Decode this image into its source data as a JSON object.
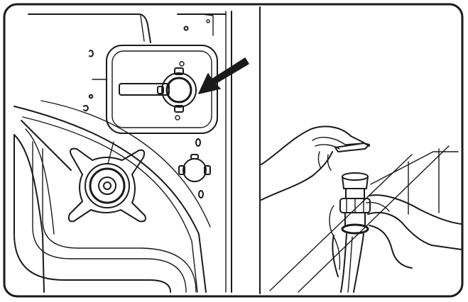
{
  "illustration": {
    "panels": [
      {
        "id": "left",
        "content": "appliance-rear-panel-with-drain-hose-connector"
      },
      {
        "id": "right",
        "content": "hands-attaching-hose-fitting"
      }
    ],
    "colors": {
      "line": "#1a1a1a",
      "background": "#ffffff"
    },
    "icons": [
      "pointer-arrow-icon",
      "hose-connector-icon",
      "wing-nut-icon",
      "hose-fitting-icon"
    ]
  }
}
